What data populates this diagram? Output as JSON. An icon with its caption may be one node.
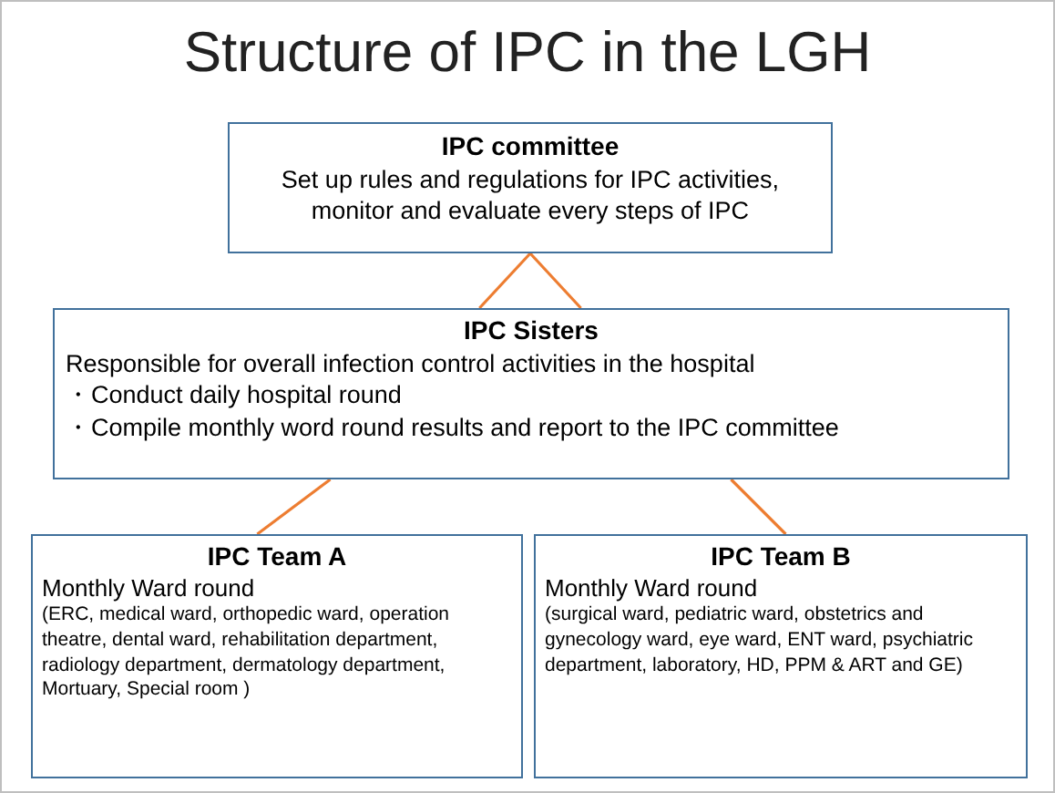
{
  "diagram": {
    "title": "Structure of IPC in the LGH",
    "nodes": [
      {
        "text": [
          "IPC committee",
          "Set up rules and regulations for IPC activities, monitor and evaluate every steps of IPC"
        ]
      },
      {
        "text": [
          "IPC Sisters",
          "Responsible for overall infection control activities in the hospital",
          "・Conduct daily hospital round",
          "・Compile monthly word round results and report to the IPC committee"
        ]
      },
      {
        "text": [
          "IPC Team A",
          "Monthly Ward round",
          "(ERC, medical ward, orthopedic ward, operation theatre, dental ward, rehabilitation department, radiology department, dermatology department, Mortuary, Special room )"
        ]
      },
      {
        "text": [
          "IPC Team B",
          "Monthly Ward round",
          "(surgical ward, pediatric ward, obstetrics and gynecology ward, eye ward, ENT ward, psychiatric department, laboratory, HD, PPM & ART and GE)"
        ]
      }
    ],
    "edges": [
      {
        "from": 0,
        "to": 1,
        "arrow": "none"
      },
      {
        "from": 0,
        "to": 1,
        "arrow": "none"
      },
      {
        "from": 1,
        "to": 2,
        "arrow": "none"
      },
      {
        "from": 1,
        "to": 3,
        "arrow": "none"
      }
    ]
  }
}
